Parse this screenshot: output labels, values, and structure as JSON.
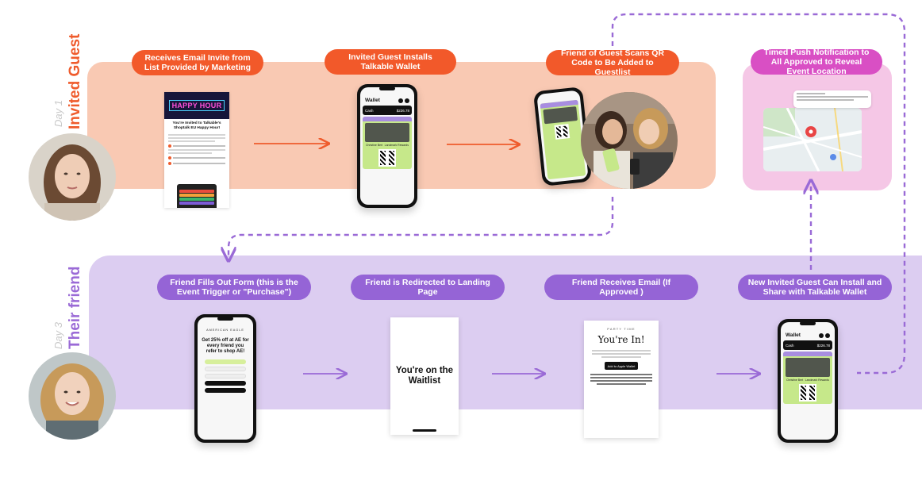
{
  "rows": {
    "top": {
      "label": "Invited Guest",
      "sub": "Day 1"
    },
    "bottom": {
      "label": "Their friend",
      "sub": "Day 3"
    }
  },
  "steps": {
    "s1": "Receives Email Invite from List Provided by Marketing",
    "s2": "Invited Guest Installs Talkable Wallet",
    "s3": "Friend of Guest Scans QR Code to Be Added to Guestlist",
    "s4": "Timed Push Notification to All Approved to Reveal Event Location",
    "s5": "Friend Fills Out Form (this is the Event Trigger or \"Purchase\")",
    "s6": "Friend is Redirected to Landing Page",
    "s7": "Friend Receives Email  (If Approved )",
    "s8": "New Invited Guest Can Install and Share with Talkable Wallet"
  },
  "mockups": {
    "email_invite": {
      "banner": "HAPPY HOUR",
      "title": "You're Invited to Talkable's Shoptalk EU Happy Hour!"
    },
    "wallet": {
      "title": "Wallet",
      "cash_label": "Cash",
      "cash_amount": "$226.78",
      "name_left": "Christine Bert",
      "name_right": "Landmark Rewards"
    },
    "form": {
      "brand": "AMERICAN EAGLE",
      "heading": "Get 25% off at AE for every friend you refer to shop AE!"
    },
    "landing": {
      "text": "You're on the Waitlist"
    },
    "approved_email": {
      "kicker": "PARTY TIME",
      "heading": "You're In!",
      "button": "Add to Apple Wallet"
    }
  },
  "colors": {
    "orange": "#f2592a",
    "purple": "#9564d6",
    "magenta": "#d94fc4",
    "peach_band": "#f9c9b3",
    "lavender_band": "#dccdf1",
    "pink_band": "#f5c7e6",
    "wallet_card": "#c6e88a"
  }
}
